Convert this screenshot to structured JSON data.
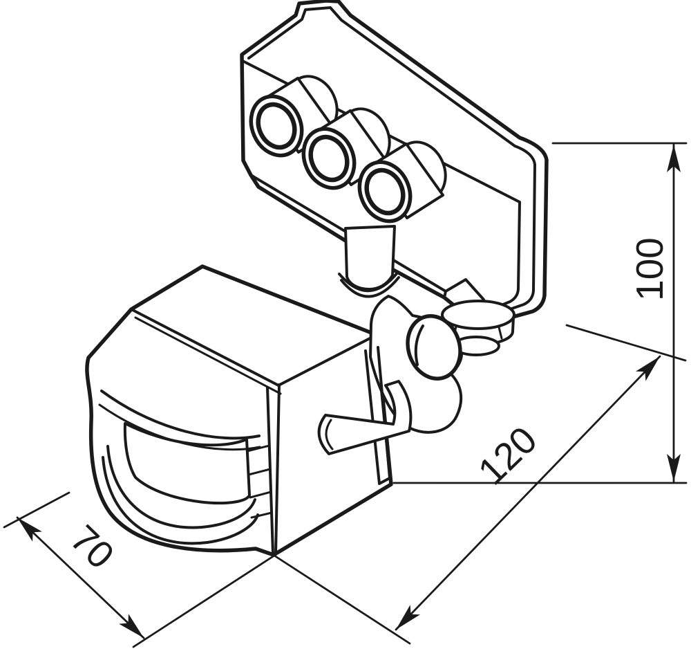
{
  "diagram": {
    "type": "technical-drawing",
    "subject": "LED floodlight with PIR motion sensor, isometric projection with overall dimensions",
    "colors": {
      "line": "#1a1a1a",
      "background": "#ffffff"
    },
    "dimensions": {
      "height": {
        "label": "100"
      },
      "depth": {
        "label": "120"
      },
      "width": {
        "label": "70"
      }
    }
  }
}
